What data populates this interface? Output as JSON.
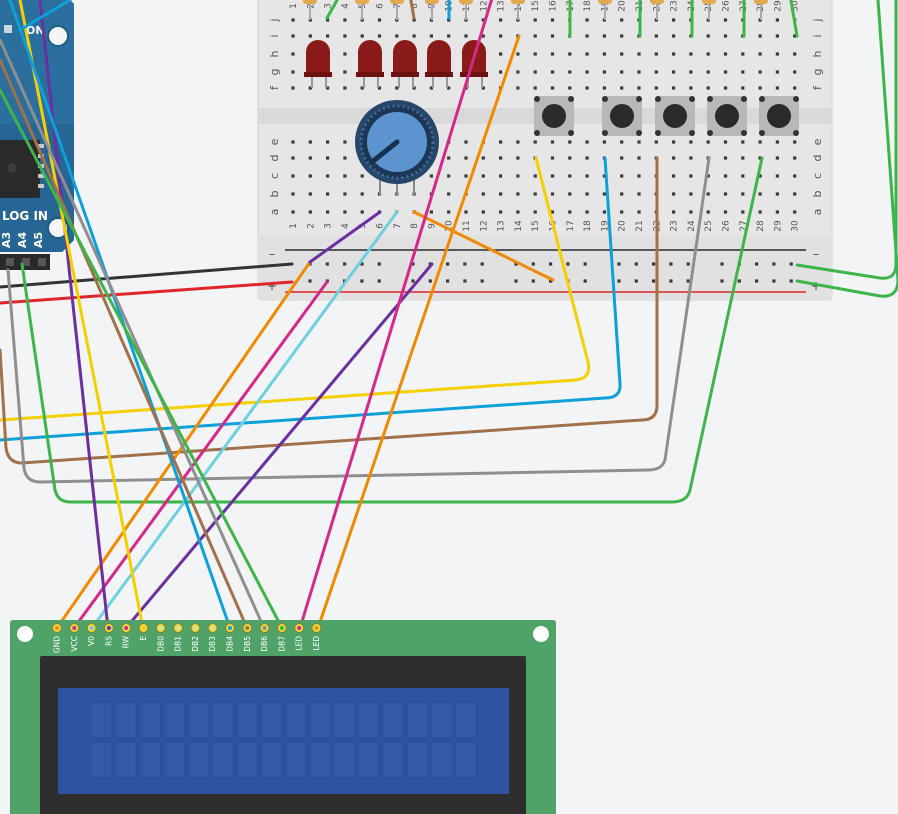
{
  "arduino": {
    "on_label": "ON",
    "section_label": "ANALOG IN",
    "visible_section_label": "LOG IN",
    "pin_labels": [
      "A3",
      "A4",
      "A5"
    ]
  },
  "breadboard": {
    "columns": [
      "1",
      "2",
      "3",
      "4",
      "5",
      "6",
      "7",
      "8",
      "9",
      "10",
      "11",
      "12",
      "13",
      "14",
      "15",
      "16",
      "17",
      "18",
      "19",
      "20",
      "21",
      "22",
      "23",
      "24",
      "25",
      "26",
      "27",
      "28",
      "29",
      "30"
    ],
    "rows_top": [
      "j",
      "i",
      "h",
      "g",
      "f"
    ],
    "rows_bottom": [
      "e",
      "d",
      "c",
      "b",
      "a"
    ],
    "rail_minus": "–",
    "rail_plus": "+"
  },
  "lcd": {
    "pins": [
      "GND",
      "VCC",
      "V0",
      "RS",
      "RW",
      "E",
      "DB0",
      "DB1",
      "DB2",
      "DB3",
      "DB4",
      "DB5",
      "DB6",
      "DB7",
      "LED",
      "LED"
    ],
    "character_cells": {
      "columns": 16,
      "rows": 2
    }
  },
  "colors": {
    "background": "#f2f4f6",
    "breadboard": "#e6e6e6",
    "rail_red": "#d9262b",
    "rail_black": "#2a2a2a",
    "arduino_blue": "#2b6f9e",
    "lcd_pcb": "#4fa368",
    "lcd_bezel": "#2e2e2e",
    "lcd_screen": "#2f52a1",
    "led_red": "#8b1a1a",
    "pot_blue": "#5b94cf",
    "button_body": "#b8b8b8",
    "resistor": "#e3a94f",
    "wire_yellow": "#f5d000",
    "wire_blue": "#0ea0d8",
    "wire_brown": "#a0714a",
    "wire_gray": "#8f8f8f",
    "wire_green": "#3db54a",
    "wire_orange": "#f08a00",
    "wire_magenta": "#d6288b",
    "wire_purple": "#6b2fa0",
    "wire_cyan": "#6fd0df",
    "wire_black": "#333333",
    "wire_red": "#e0262b"
  }
}
